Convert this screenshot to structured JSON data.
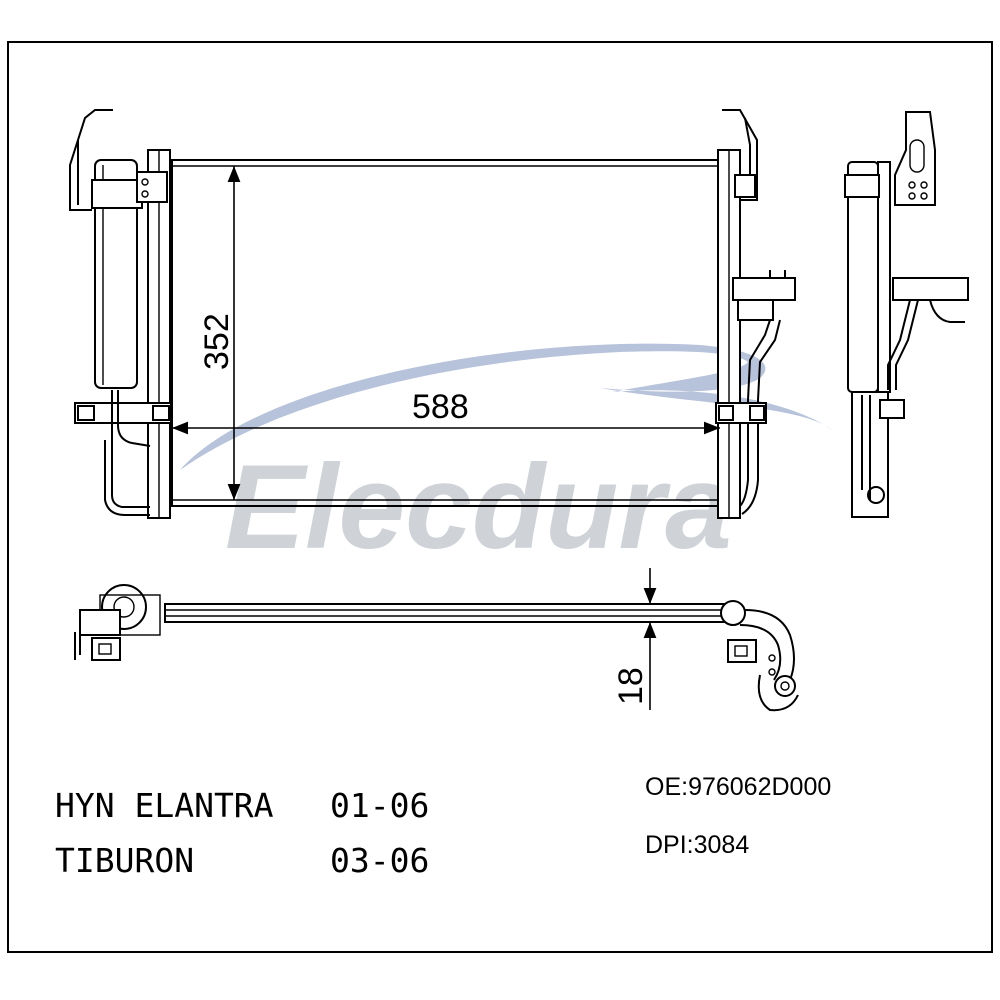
{
  "watermark": {
    "text": "Elecdura",
    "swoosh_color": "#aab9d4",
    "text_color": "#cfd3d8"
  },
  "dimensions": {
    "height": "352",
    "width": "588",
    "thickness": "18"
  },
  "application": {
    "line1_model": "HYN ELANTRA",
    "line1_years": "01-06",
    "line2_model": "TIBURON",
    "line2_years": "03-06"
  },
  "codes": {
    "oe": "OE:976062D000",
    "dpi": "DPI:3084"
  }
}
